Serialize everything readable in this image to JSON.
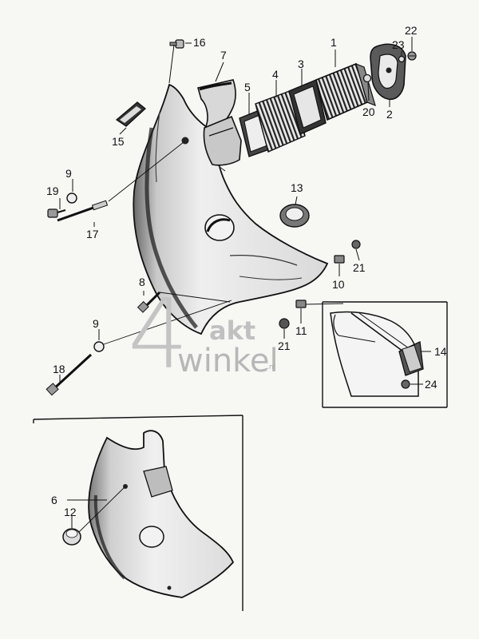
{
  "diagram": {
    "callouts": [
      {
        "id": "c1",
        "text": "1"
      },
      {
        "id": "c2",
        "text": "2"
      },
      {
        "id": "c3",
        "text": "3"
      },
      {
        "id": "c4",
        "text": "4"
      },
      {
        "id": "c5",
        "text": "5"
      },
      {
        "id": "c6",
        "text": "6"
      },
      {
        "id": "c7",
        "text": "7"
      },
      {
        "id": "c8",
        "text": "8"
      },
      {
        "id": "c9a",
        "text": "9"
      },
      {
        "id": "c9b",
        "text": "9"
      },
      {
        "id": "c10",
        "text": "10"
      },
      {
        "id": "c11",
        "text": "11"
      },
      {
        "id": "c12",
        "text": "12"
      },
      {
        "id": "c13",
        "text": "13"
      },
      {
        "id": "c14",
        "text": "14"
      },
      {
        "id": "c15",
        "text": "15"
      },
      {
        "id": "c16",
        "text": "16"
      },
      {
        "id": "c17",
        "text": "17"
      },
      {
        "id": "c18",
        "text": "18"
      },
      {
        "id": "c19",
        "text": "19"
      },
      {
        "id": "c20",
        "text": "20"
      },
      {
        "id": "c21a",
        "text": "21"
      },
      {
        "id": "c21b",
        "text": "21"
      },
      {
        "id": "c22",
        "text": "22"
      },
      {
        "id": "c23",
        "text": "23"
      },
      {
        "id": "c24",
        "text": "24"
      }
    ]
  },
  "watermark": {
    "digit": "4",
    "upper": "akt",
    "lower": "winkel",
    "suffix": ".nl"
  },
  "colors": {
    "ink": "#111111",
    "paper": "#f7f7f4",
    "watermark": "#bbbbbb"
  }
}
